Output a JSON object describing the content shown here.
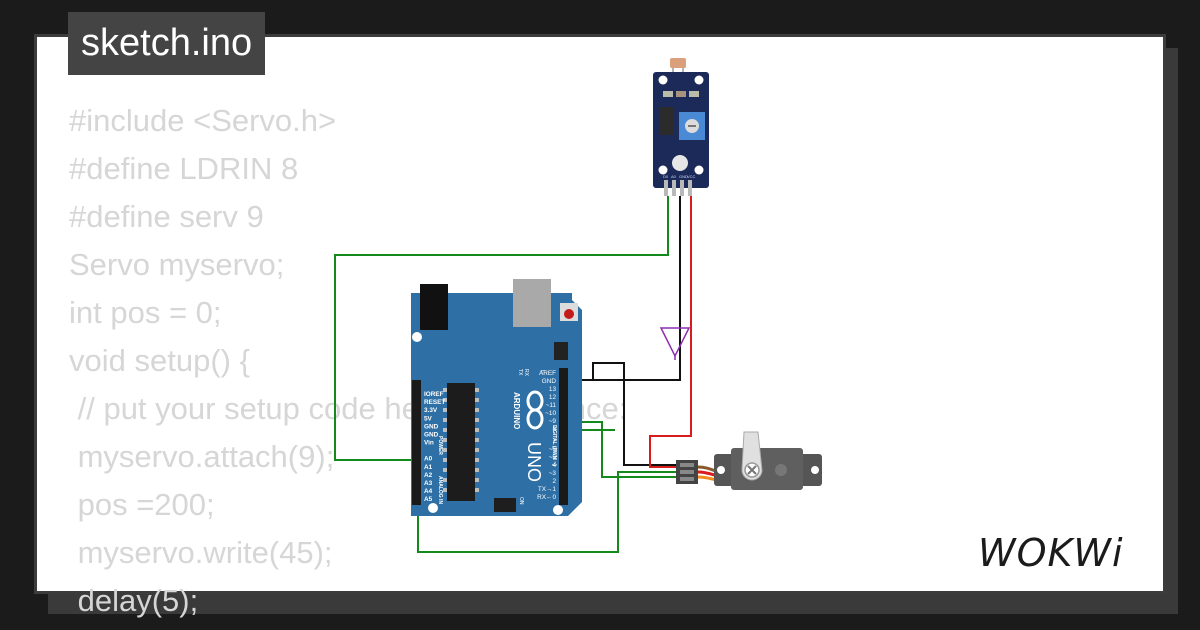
{
  "title": "sketch.ino",
  "code_lines": [
    "#include <Servo.h>",
    "#define LDRIN 8",
    "#define serv 9",
    "Servo myservo;",
    "int pos = 0;",
    "void setup() {",
    " // put your setup code here, to run once:",
    " myservo.attach(9);",
    " pos =200;",
    " myservo.write(45);",
    " delay(5);"
  ],
  "logo_text": "WOKWi",
  "board": {
    "brand": "ARDUINO",
    "model": "UNO",
    "power_pins": [
      "IOREF",
      "RESET",
      "3.3V",
      "5V",
      "GND",
      "GND",
      "Vin"
    ],
    "analog_pins": [
      "A0",
      "A1",
      "A2",
      "A3",
      "A4",
      "A5"
    ],
    "power_label": "POWER",
    "analog_label": "ANALOG IN",
    "digital_label": "DIGITAL (PWM ~)",
    "digital_pins": [
      "AREF",
      "GND",
      "13",
      "12",
      "~11",
      "~10",
      "~9",
      "8",
      "7",
      "~6",
      "~5",
      "4",
      "~3",
      "2",
      "TX→1",
      "RX←0"
    ],
    "led_labels": [
      "TX",
      "RX",
      "L"
    ],
    "on_label": "ON"
  },
  "sensor": {
    "pin_labels": [
      "D0",
      "A0",
      "GND",
      "VCC"
    ]
  },
  "colors": {
    "background": "#1b1b1b",
    "canvas": "#ffffff",
    "code_text": "#d6d6d6",
    "board": "#2e6fa5",
    "sensor_board": "#1c2a5a",
    "wire_green": "#148a1d",
    "wire_black": "#111111",
    "wire_red": "#d81c1c",
    "wire_purple": "#8b2db0",
    "servo_body": "#555555"
  },
  "icons": [
    "arduino-infinity-icon",
    "potentiometer-icon",
    "reset-button-icon",
    "servo-horn-icon"
  ]
}
